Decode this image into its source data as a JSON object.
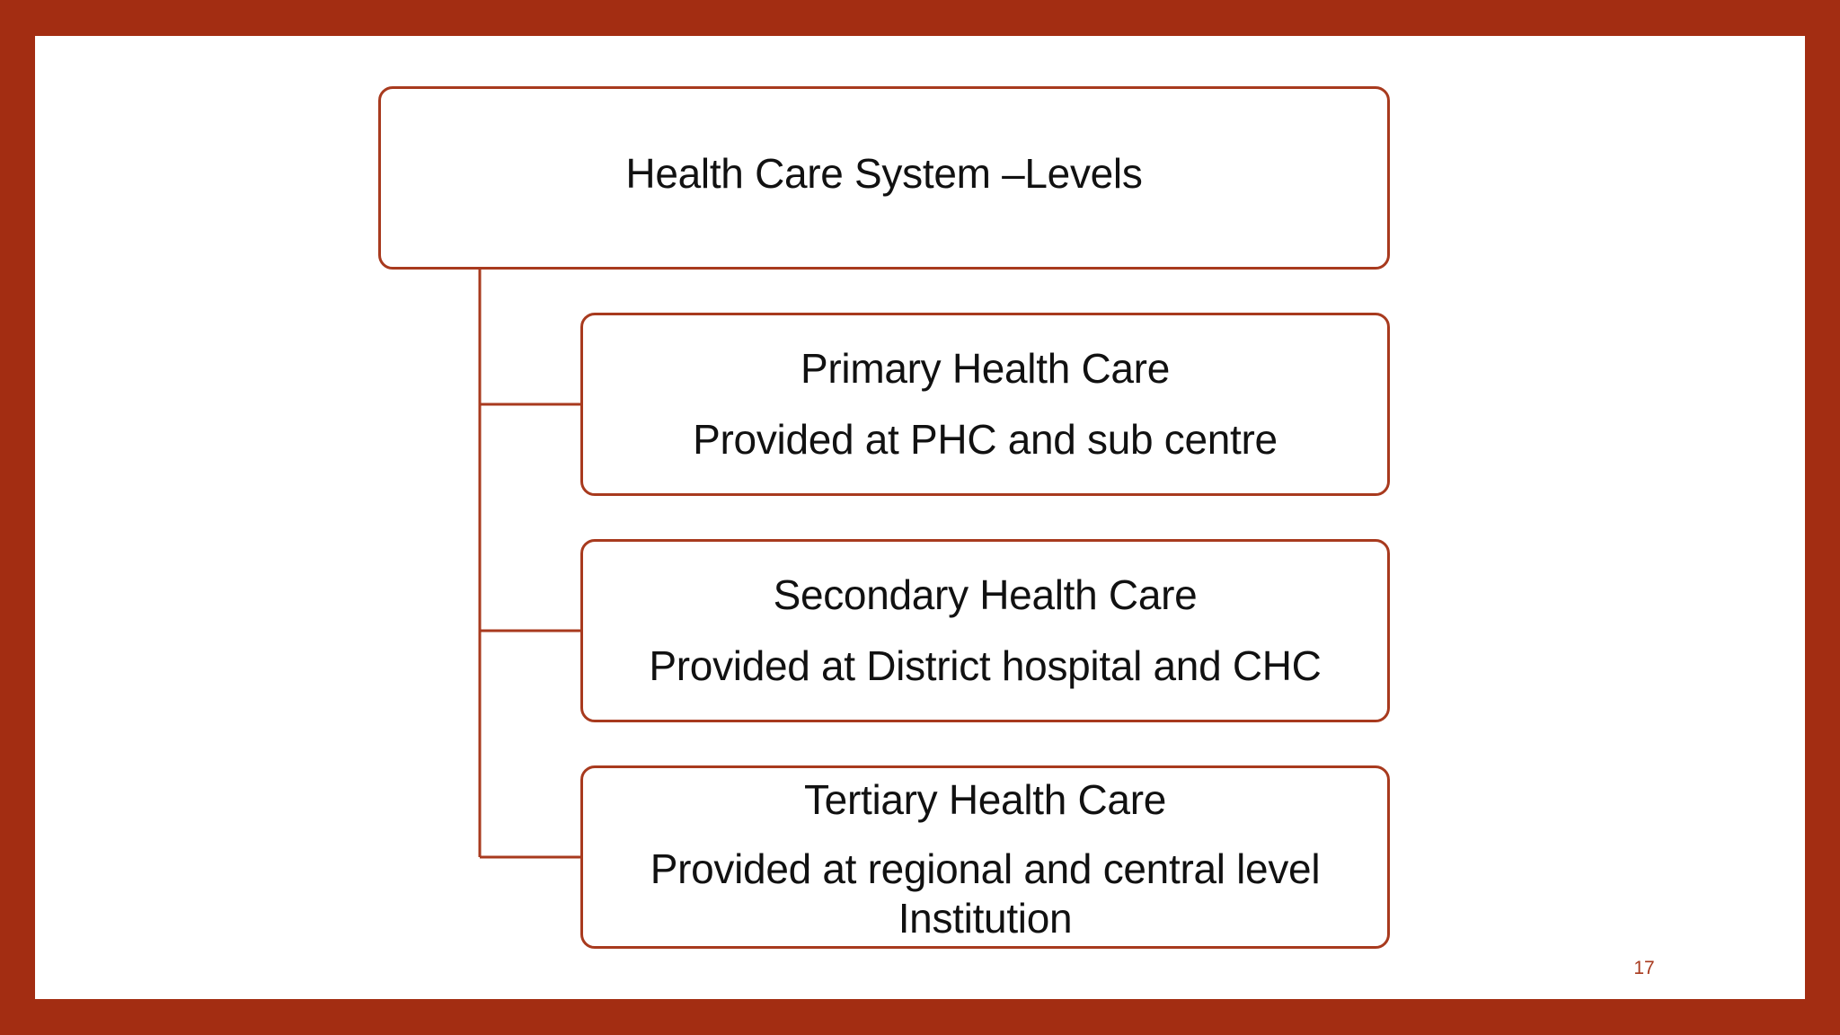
{
  "diagram": {
    "root": {
      "title": "Health Care System –Levels"
    },
    "levels": [
      {
        "heading": "Primary Health Care",
        "detail": "Provided at PHC and sub centre"
      },
      {
        "heading": "Secondary Health Care",
        "detail": "Provided at District hospital and CHC"
      },
      {
        "heading": "Tertiary Health Care",
        "detail": "Provided at regional and central level Institution"
      }
    ]
  },
  "slide": {
    "page_number": "17"
  },
  "colors": {
    "frame": "#A32D12",
    "box_border": "#A83A1E",
    "text": "#111111",
    "background": "#FFFFFF"
  }
}
